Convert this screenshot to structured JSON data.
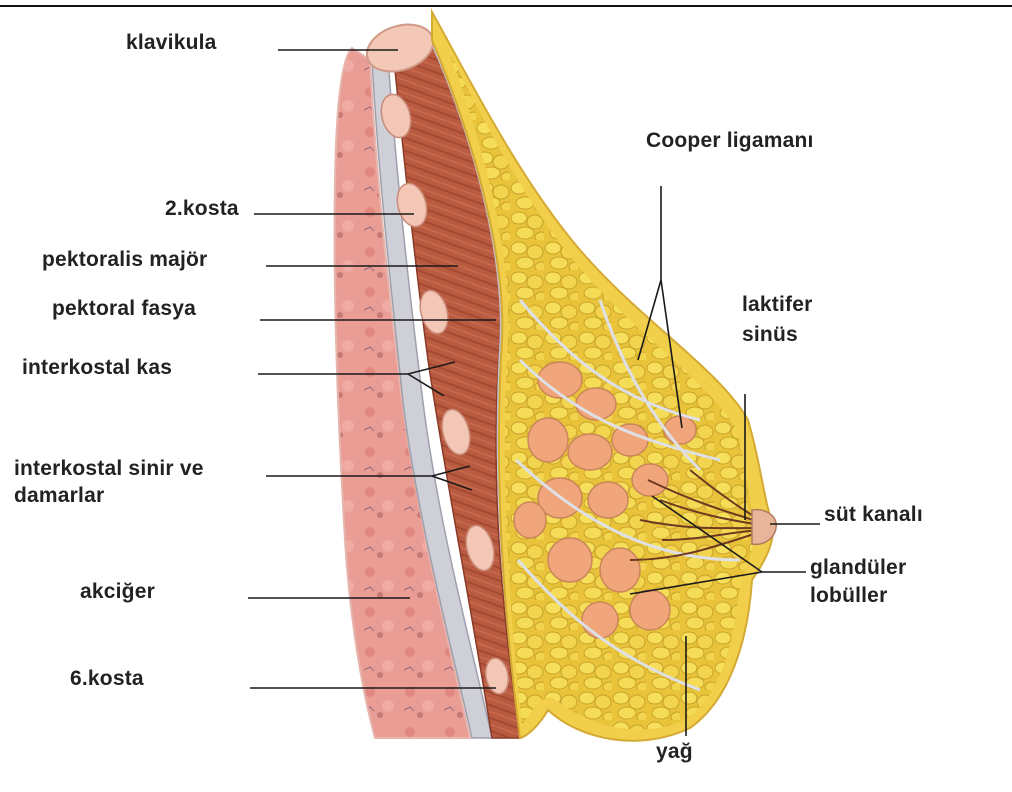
{
  "labels": {
    "clavicle": "klavikula",
    "rib2": "2.kosta",
    "pec_major": "pektoralis majör",
    "pec_fascia": "pektoral fasya",
    "intercostal_muscle": "interkostal kas",
    "intercostal_nerves_1": "interkostal sinir ve",
    "intercostal_nerves_2": "damarlar",
    "lung": "akciğer",
    "rib6": "6.kosta",
    "cooper": "Cooper ligamanı",
    "lactiferous_1": "laktifer",
    "lactiferous_2": "sinüs",
    "milk_duct": "süt kanalı",
    "lobules_1": "glandüler",
    "lobules_2": "lobüller",
    "fat": "yağ"
  },
  "colors": {
    "line": "#1a1a1a",
    "lung_outer": "#f0b8b0",
    "lung_inner": "#e59a94",
    "muscle": "#b85a40",
    "muscle_dark": "#9a4230",
    "rib": "#f2c7b8",
    "fascia": "#c9c9d2",
    "skin_yellow": "#f2d04a",
    "fat_yellow": "#e7c83a",
    "lobule": "#f0a77a",
    "duct": "#6e3a22"
  }
}
